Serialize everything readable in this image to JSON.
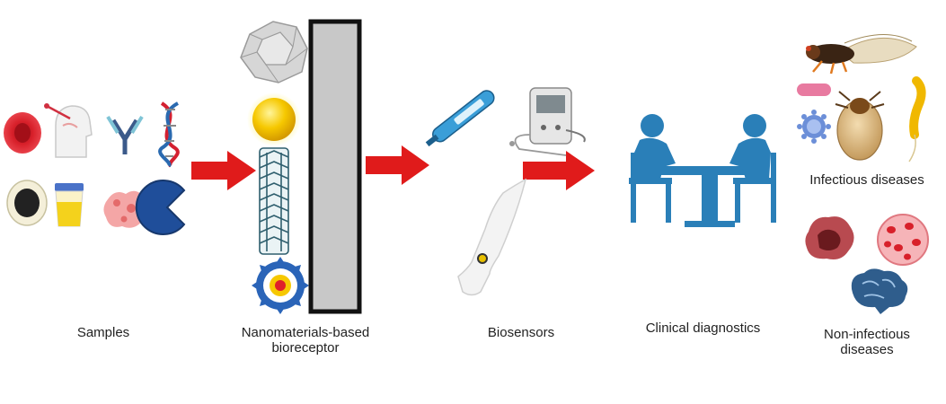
{
  "labels": {
    "samples": "Samples",
    "nano_line1": "Nanomaterials-based",
    "nano_line2": "bioreceptor",
    "biosensors": "Biosensors",
    "clinical": "Clinical diagnostics",
    "infectious": "Infectious diseases",
    "noninfectious_line1": "Non-infectious",
    "noninfectious_line2": "diseases"
  },
  "icons": {
    "samples": [
      "red-blood-cell-icon",
      "nasal-swab-icon",
      "antibody-icon",
      "dna-icon",
      "cell-icon",
      "urine-cup-icon",
      "tissue-icon",
      "enzyme-icon"
    ],
    "nanomaterials": [
      "polyhedron-nanoparticle-icon",
      "gold-nanoparticle-icon",
      "carbon-nanotube-icon",
      "micelle-icon"
    ],
    "biosensors": [
      "thermometer-icon",
      "glucometer-icon",
      "wearable-arm-sensor-icon"
    ],
    "infectious": [
      "cicada-icon",
      "bacterium-icon",
      "tick-icon",
      "virus-icon",
      "spirillum-icon"
    ],
    "noninfectious": [
      "tumor-icon",
      "blood-cells-icon",
      "brain-icon"
    ]
  },
  "colors": {
    "arrow": "#e01b1b",
    "clinical": "#2a7fb8",
    "receptor_bar": "#c8c8c8"
  }
}
